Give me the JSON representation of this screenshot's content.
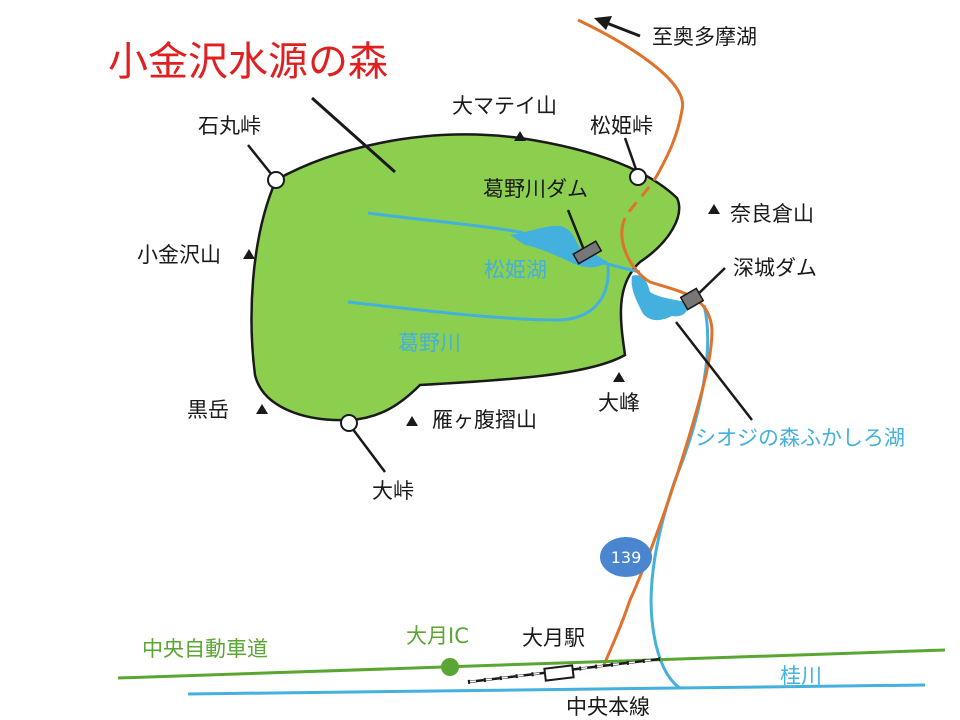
{
  "title": "小金沢水源の森",
  "labels": {
    "okutama": "至奥多摩湖",
    "ishimaru": "石丸峠",
    "daimatei": "大マテイ山",
    "matsuhime_pass": "松姫峠",
    "kazuno_dam": "葛野川ダム",
    "narakura": "奈良倉山",
    "kogane_mt": "小金沢山",
    "matsuhime_lake": "松姫湖",
    "fukashiro_dam": "深城ダム",
    "kazuno_river": "葛野川",
    "kurodake": "黒岳",
    "gangahara": "雁ヶ腹摺山",
    "ohmine": "大峰",
    "shioji_lake": "シオジの森ふかしろ湖",
    "otoge": "大峠",
    "route_number": "139",
    "otsuki_ic": "大月IC",
    "otsuki_station": "大月駅",
    "expressway": "中央自動車道",
    "katsura_river": "桂川",
    "chuo_line": "中央本線"
  },
  "colors": {
    "forest": "#8ccf4e",
    "water": "#44b0dd",
    "road": "#e0722c",
    "expressway": "#5aa632",
    "title": "#e02020",
    "route_shield": "#4a86d0"
  }
}
